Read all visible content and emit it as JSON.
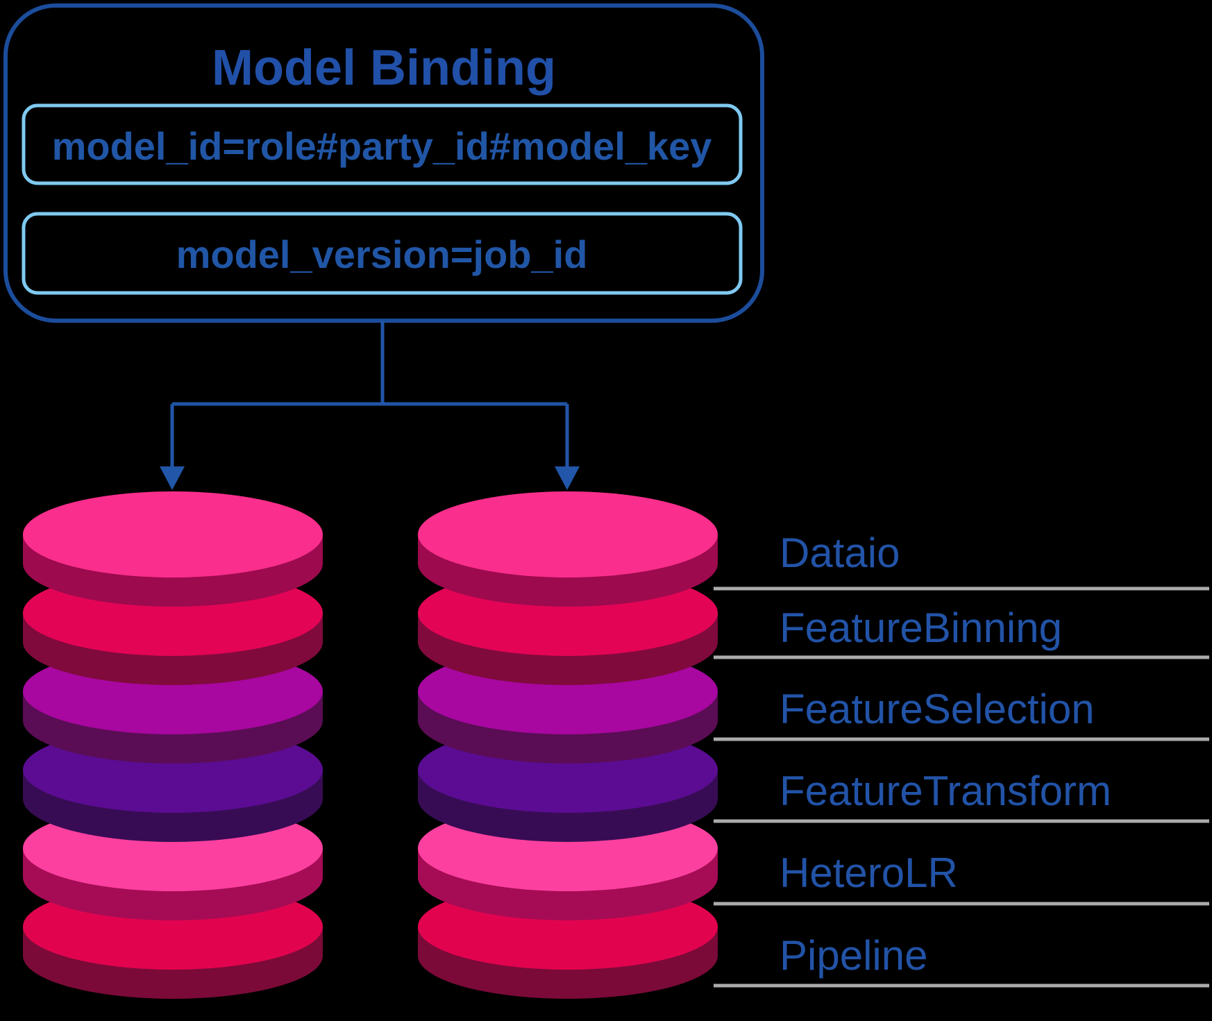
{
  "title": "Model Binding",
  "binding_box": {
    "model_id_label": "model_id=role#party_id#model_key",
    "model_version_label": "model_version=job_id"
  },
  "components": [
    "Dataio",
    "FeatureBinning",
    "FeatureSelection",
    "FeatureTransform",
    "HeteroLR",
    "Pipeline"
  ],
  "colors": {
    "background": "#000000",
    "outer_border": "#1C4D9C",
    "inner_border": "#7FC9F0",
    "title_blue": "#2150A8",
    "text_blue": "#2156A6",
    "label_blue": "#2253A7",
    "connector": "#2156A8",
    "separator_gray": "#ABABAB",
    "disks": [
      {
        "face": "#FA2E8C",
        "side": "#9D0A4E"
      },
      {
        "face": "#E30456",
        "side": "#800A3C"
      },
      {
        "face": "#A807A0",
        "side": "#5A0D54"
      },
      {
        "face": "#5B0C93",
        "side": "#380C54"
      },
      {
        "face": "#FC40A0",
        "side": "#A60C55"
      },
      {
        "face": "#E2034F",
        "side": "#7B0A38"
      }
    ]
  }
}
